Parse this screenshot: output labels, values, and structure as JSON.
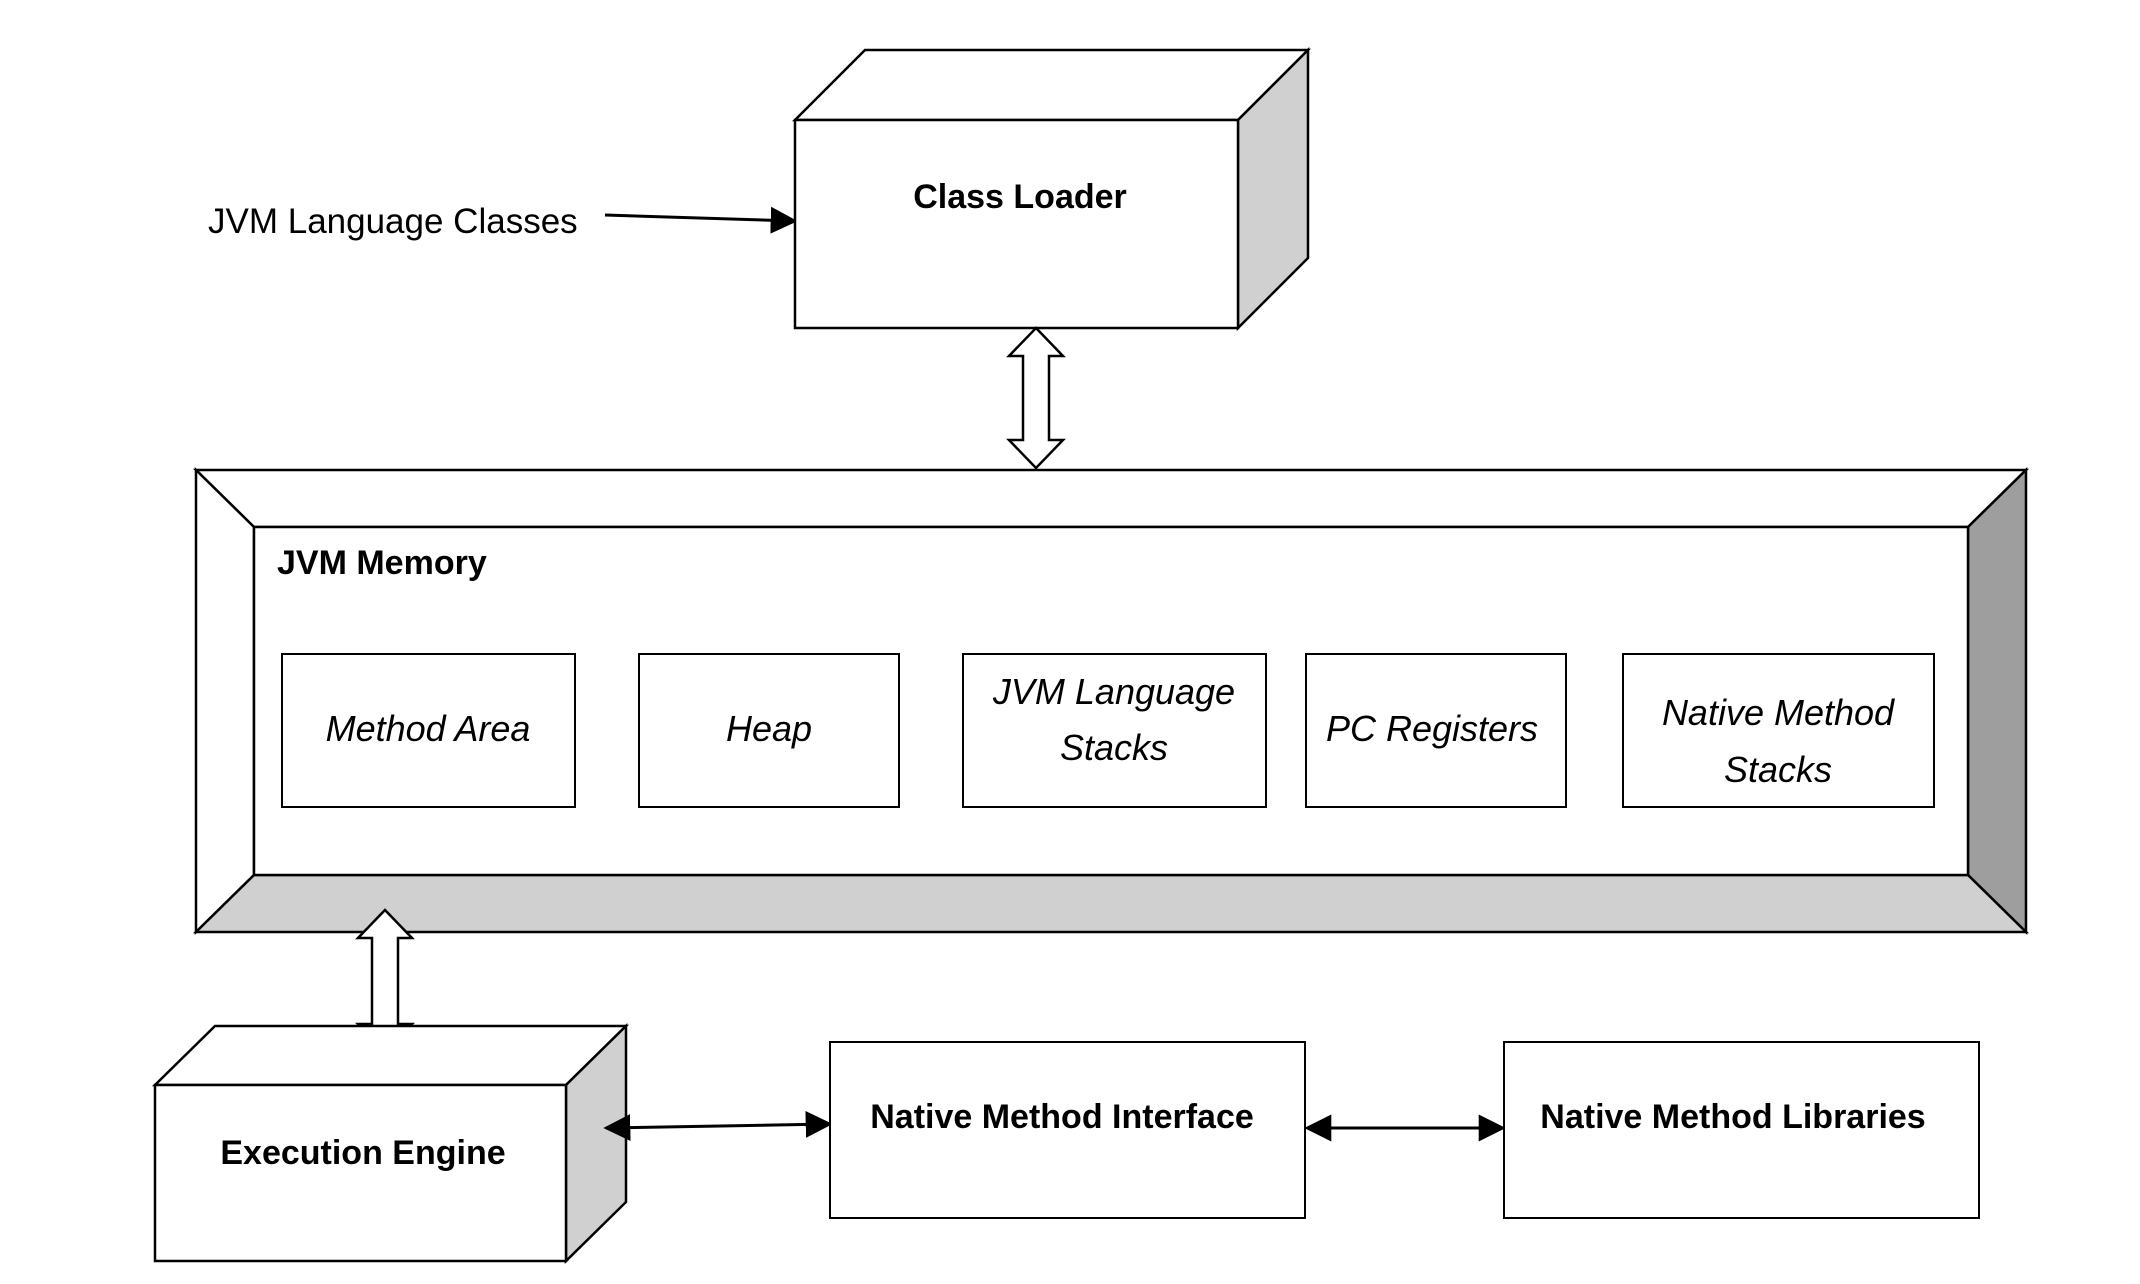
{
  "diagram": {
    "input_label": "JVM Language Classes",
    "class_loader": "Class Loader",
    "jvm_memory": {
      "title": "JVM Memory",
      "areas": [
        {
          "line1": "Method Area",
          "line2": ""
        },
        {
          "line1": "Heap",
          "line2": ""
        },
        {
          "line1": "JVM Language",
          "line2": "Stacks"
        },
        {
          "line1": "PC Registers",
          "line2": ""
        },
        {
          "line1": "Native Method",
          "line2": "Stacks"
        }
      ]
    },
    "execution_engine": "Execution Engine",
    "native_method_interface": "Native Method Interface",
    "native_method_libraries": "Native Method Libraries"
  }
}
